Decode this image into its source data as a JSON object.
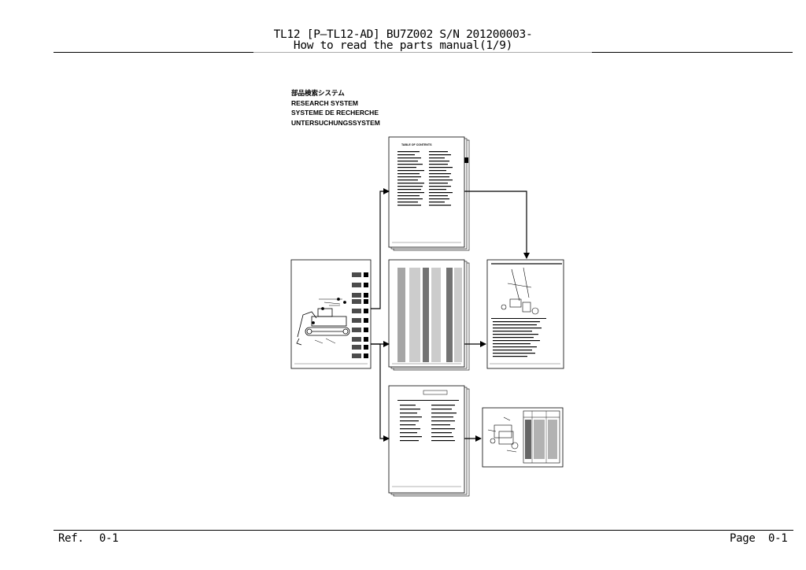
{
  "header": {
    "line1": "TL12 [P—TL12-AD] BU7Z002 S/N 201200003-",
    "line2": "How to read the parts manual(1/9)"
  },
  "intro": {
    "jp": "部品検索システム",
    "en": "RESEARCH SYSTEM",
    "fr": "SYSTEME DE RECHERCHE",
    "de": "UNTERSUCHUNGSSYSTEM"
  },
  "toc": {
    "title": "TABLE OF CONTENTS"
  },
  "footer": {
    "ref_label": "Ref.",
    "ref_value": "0-1",
    "page_label": "Page",
    "page_value": "0-1"
  }
}
